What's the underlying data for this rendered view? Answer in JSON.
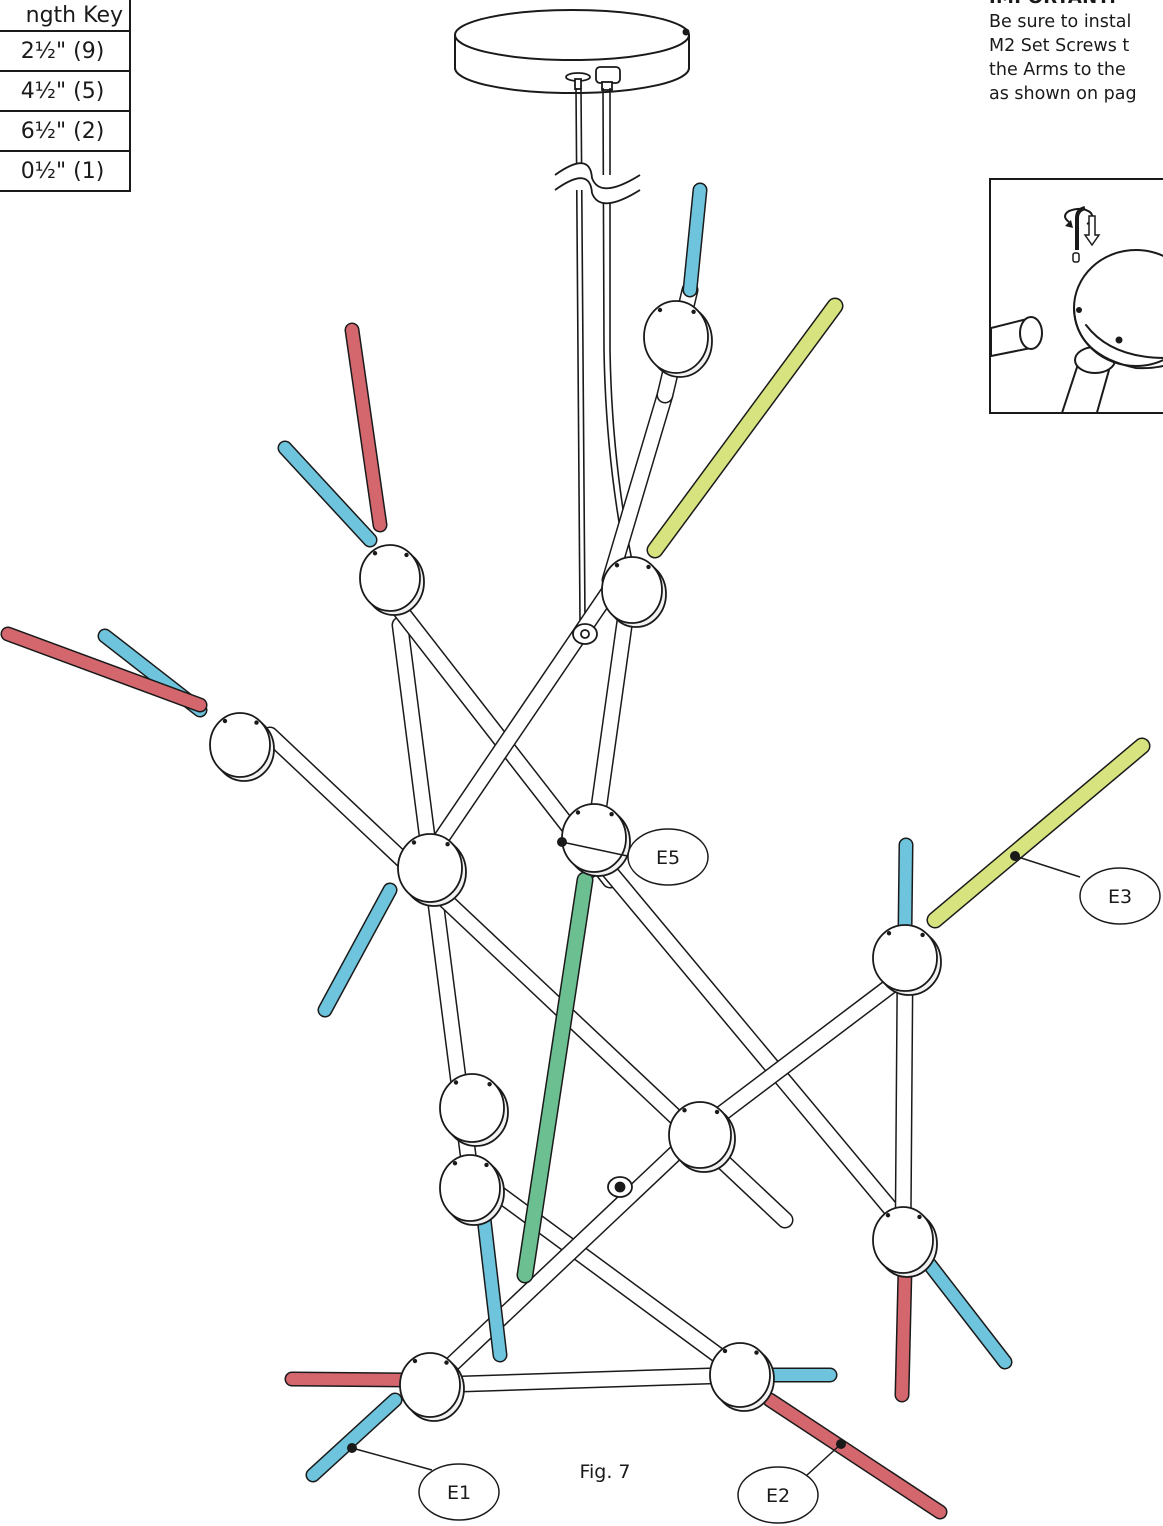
{
  "length_key": {
    "header": "ngth Key",
    "rows": [
      "2½\" (9)",
      "4½\" (5)",
      "6½\" (2)",
      "0½\" (1)"
    ]
  },
  "important": {
    "heading": "IMPORTANT:",
    "lines": [
      "Be sure to instal",
      "M2 Set Screws t",
      "the Arms to the",
      "as shown on pag"
    ]
  },
  "callouts": {
    "e1": "E1",
    "e2": "E2",
    "e3": "E3",
    "e5": "E5"
  },
  "figure_caption": "Fig. 7",
  "colors": {
    "blue": "#6ec4dc",
    "red": "#d4676e",
    "yellow": "#d6e37e",
    "green": "#6cbf90",
    "outline": "#1a1a1a",
    "tube": "#ffffff"
  }
}
